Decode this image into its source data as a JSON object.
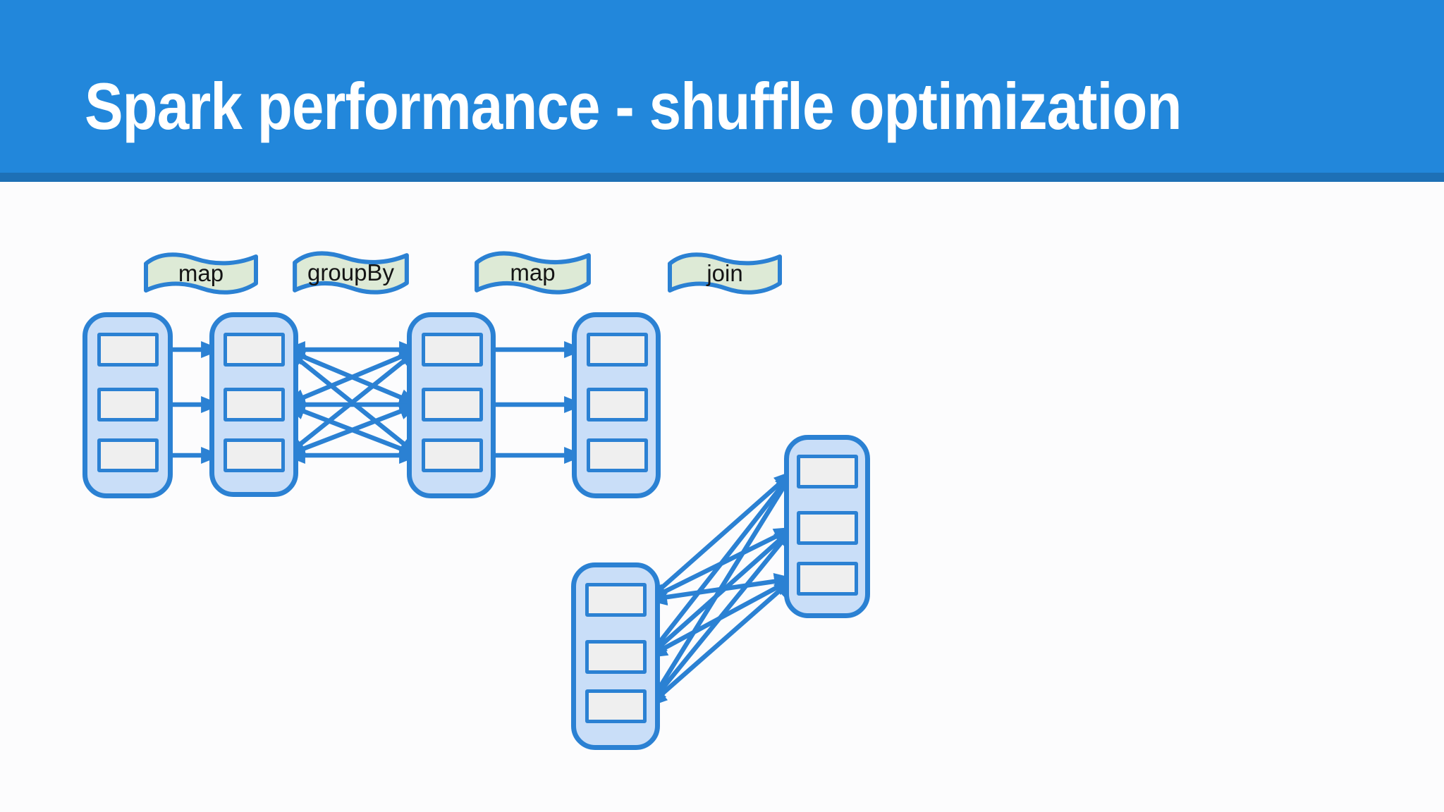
{
  "title": "Spark performance - shuffle optimization",
  "operations": [
    {
      "text": "map"
    },
    {
      "text": "groupBy"
    },
    {
      "text": "map"
    },
    {
      "text": "join"
    }
  ],
  "pipeline": {
    "stages": [
      {
        "id": "rdd-1",
        "partitions": 3
      },
      {
        "id": "rdd-2",
        "partitions": 3
      },
      {
        "id": "rdd-3",
        "partitions": 3
      },
      {
        "id": "rdd-4",
        "partitions": 3
      },
      {
        "id": "rdd-5",
        "partitions": 3
      },
      {
        "id": "rdd-6",
        "partitions": 3
      }
    ],
    "edges": [
      {
        "from": "rdd-1",
        "to": "rdd-2",
        "operation": "map",
        "type": "one-to-one",
        "arrowheads": "end"
      },
      {
        "from": "rdd-2",
        "to": "rdd-3",
        "operation": "groupBy",
        "type": "all-to-all",
        "arrowheads": "both"
      },
      {
        "from": "rdd-3",
        "to": "rdd-4",
        "operation": "map",
        "type": "one-to-one",
        "arrowheads": "end"
      },
      {
        "from": "rdd-5",
        "to": "rdd-6",
        "operation": "join",
        "type": "all-to-all",
        "arrowheads": "both"
      }
    ]
  },
  "colors": {
    "header": "#2287DB",
    "header_strip": "#1D70B6",
    "accent_blue": "#2B81D3",
    "container_fill": "#C9DEF8",
    "partition_fill": "#EFEFEF",
    "flag_fill": "#DDEAD6",
    "flag_text": "#141414",
    "title_color": "#FFFFFF",
    "background": "#FCFCFD"
  }
}
